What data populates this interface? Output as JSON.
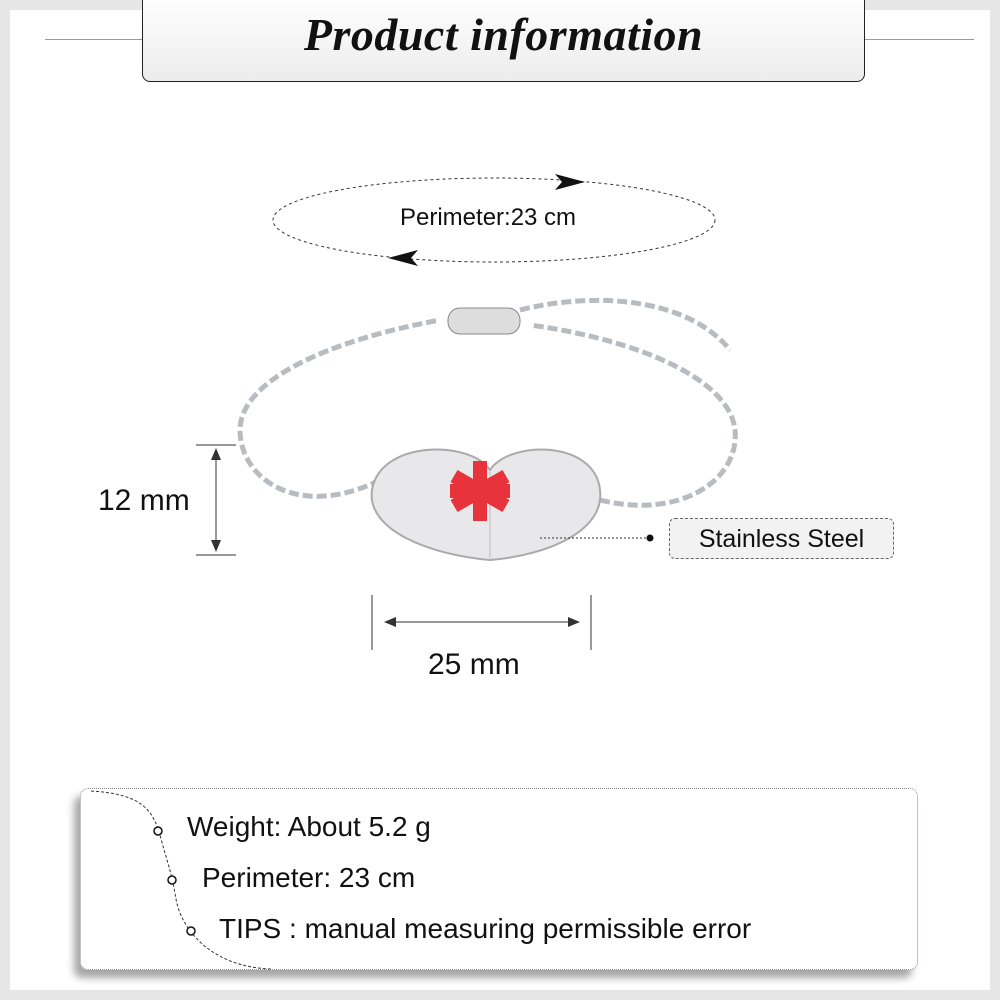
{
  "header": {
    "title": "Product information"
  },
  "diagram": {
    "perimeter_label": "Perimeter:23 cm",
    "height_label": "12 mm",
    "width_label": "25 mm",
    "material_label": "Stainless Steel"
  },
  "info": {
    "items": [
      {
        "text": "Weight: About 5.2 g"
      },
      {
        "text": "Perimeter: 23 cm"
      },
      {
        "text": "TIPS : manual measuring permissible error"
      }
    ]
  },
  "colors": {
    "accent_red": "#e8323c",
    "frame": "#e6e6e6"
  }
}
